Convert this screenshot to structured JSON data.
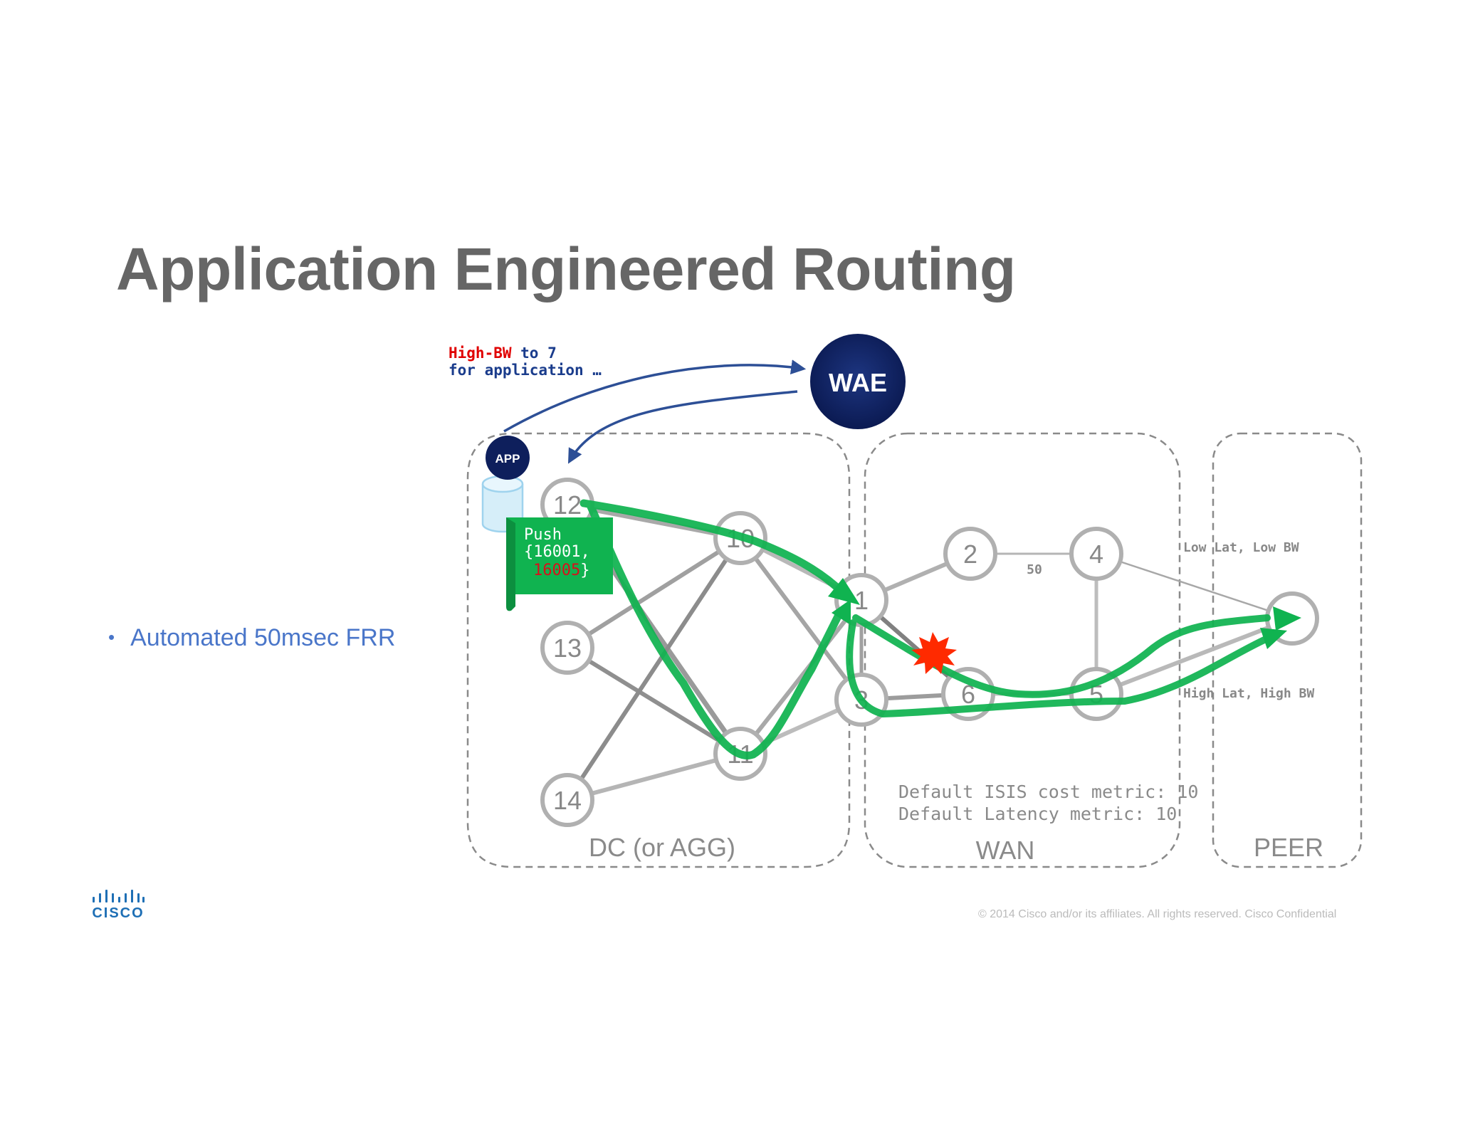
{
  "slide": {
    "title": "Application Engineered Routing",
    "bullet": "Automated 50msec FRR",
    "logo_text": "CISCO",
    "copyright": "© 2014  Cisco and/or its affiliates. All rights reserved.   Cisco Confidential"
  },
  "request": {
    "highlight": "High-BW",
    "line1_rest": " to 7",
    "line2": "for application …"
  },
  "wae_label": "WAE",
  "app_label": "APP",
  "push_box": {
    "line1": "Push",
    "line2": "{16001,",
    "line3_red": "16005",
    "line3_end": "}"
  },
  "nodes": [
    "12",
    "13",
    "14",
    "10",
    "11",
    "1",
    "3",
    "2",
    "4",
    "6",
    "5"
  ],
  "zones": {
    "dc": "DC (or AGG)",
    "wan": "WAN",
    "peer": "PEER"
  },
  "metric_label": "50",
  "link_labels": {
    "low": "Low Lat, Low BW",
    "high": "High Lat, High BW"
  },
  "defaults": {
    "line1": "Default ISIS cost metric: 10",
    "line2": "Default Latency metric: 10"
  },
  "colors": {
    "title": "#666666",
    "bullet": "#4a76c9",
    "path": "#10b350",
    "wae": "#0e1f5c",
    "request_red": "#e00000",
    "request_blue": "#1a3c8c",
    "failure": "#ff2a00"
  }
}
